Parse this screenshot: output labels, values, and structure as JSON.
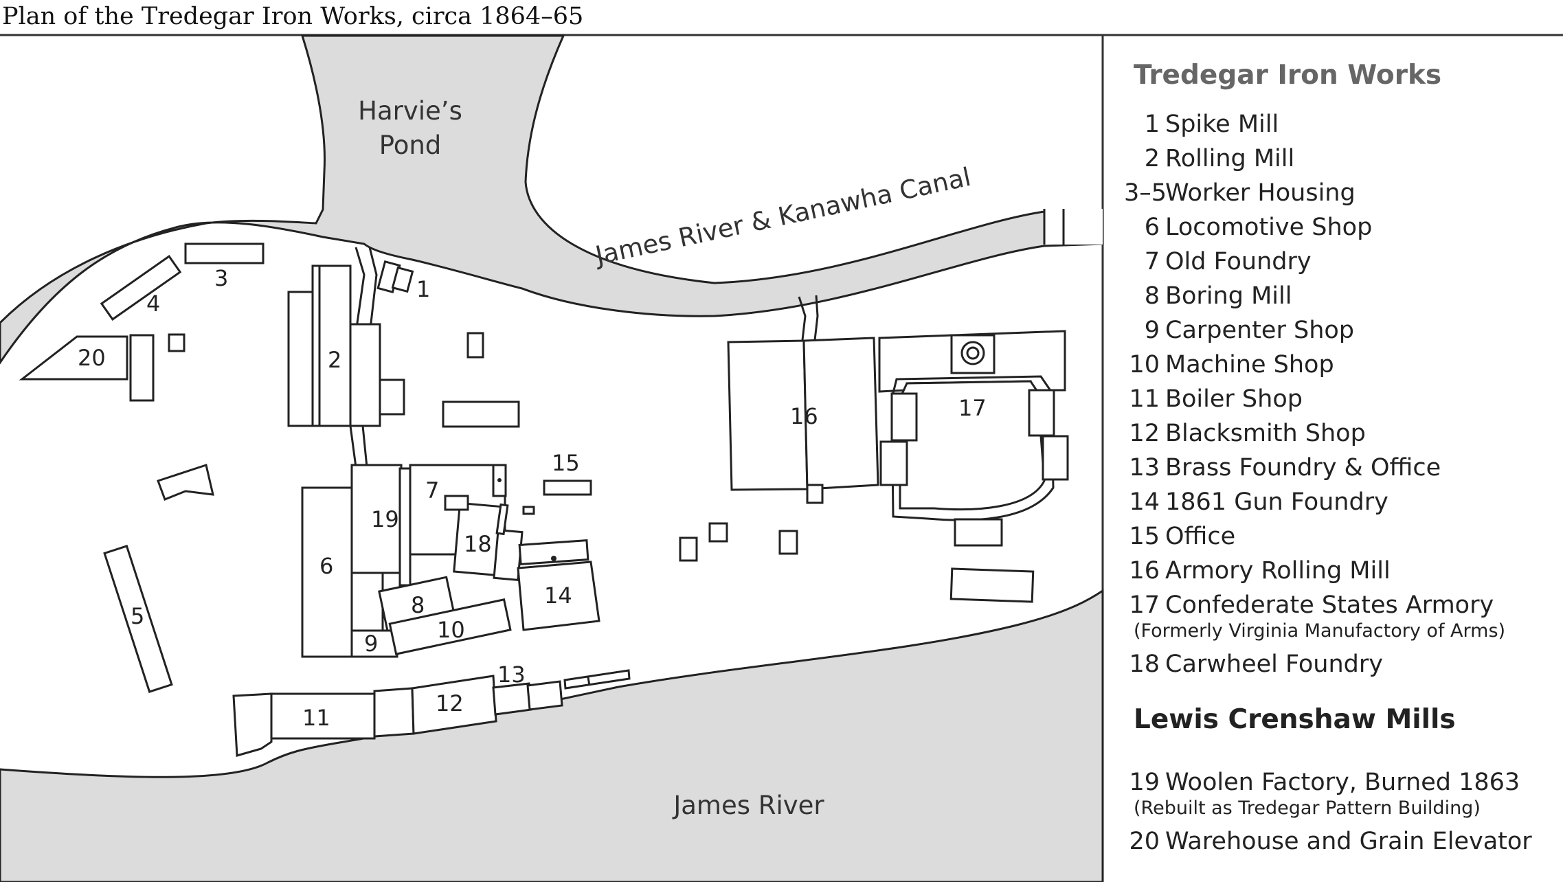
{
  "title": "Plan of the Tredegar Iron Works, circa 1864–65",
  "map": {
    "labels": {
      "pond_line1": "Harvie’s",
      "pond_line2": "Pond",
      "canal": "James River & Kanawha Canal",
      "river": "James River"
    },
    "building_numbers": [
      "1",
      "2",
      "3",
      "4",
      "5",
      "6",
      "7",
      "8",
      "9",
      "10",
      "11",
      "12",
      "13",
      "14",
      "15",
      "16",
      "17",
      "18",
      "19",
      "20"
    ]
  },
  "legend": {
    "tredegar_heading": "Tredegar Iron Works",
    "tredegar_items": [
      {
        "num": "1",
        "name": "Spike Mill"
      },
      {
        "num": "2",
        "name": "Rolling Mill"
      },
      {
        "num": "3–5",
        "name": "Worker Housing"
      },
      {
        "num": "6",
        "name": "Locomotive Shop"
      },
      {
        "num": "7",
        "name": "Old Foundry"
      },
      {
        "num": "8",
        "name": "Boring Mill"
      },
      {
        "num": "9",
        "name": "Carpenter Shop"
      },
      {
        "num": "10",
        "name": "Machine Shop"
      },
      {
        "num": "11",
        "name": "Boiler Shop"
      },
      {
        "num": "12",
        "name": "Blacksmith Shop"
      },
      {
        "num": "13",
        "name": "Brass Foundry & Office"
      },
      {
        "num": "14",
        "name": "1861 Gun Foundry"
      },
      {
        "num": "15",
        "name": "Office"
      },
      {
        "num": "16",
        "name": "Armory Rolling Mill"
      },
      {
        "num": "17",
        "name": "Confederate States Armory"
      },
      {
        "num": "18",
        "name": "Carwheel Foundry"
      }
    ],
    "item17_note": "(Formerly Virginia Manufactory of Arms)",
    "crenshaw_heading": "Lewis Crenshaw Mills",
    "crenshaw_items": [
      {
        "num": "19",
        "name": "Woolen Factory, Burned 1863"
      },
      {
        "num": "20",
        "name": "Warehouse and Grain Elevator"
      }
    ],
    "item19_note": "(Rebuilt as Tredegar Pattern Building)"
  },
  "colors": {
    "water": "#dcdcdc",
    "land": "#ffffff",
    "lines": "#222222",
    "tredegar_heading": "#666666"
  }
}
